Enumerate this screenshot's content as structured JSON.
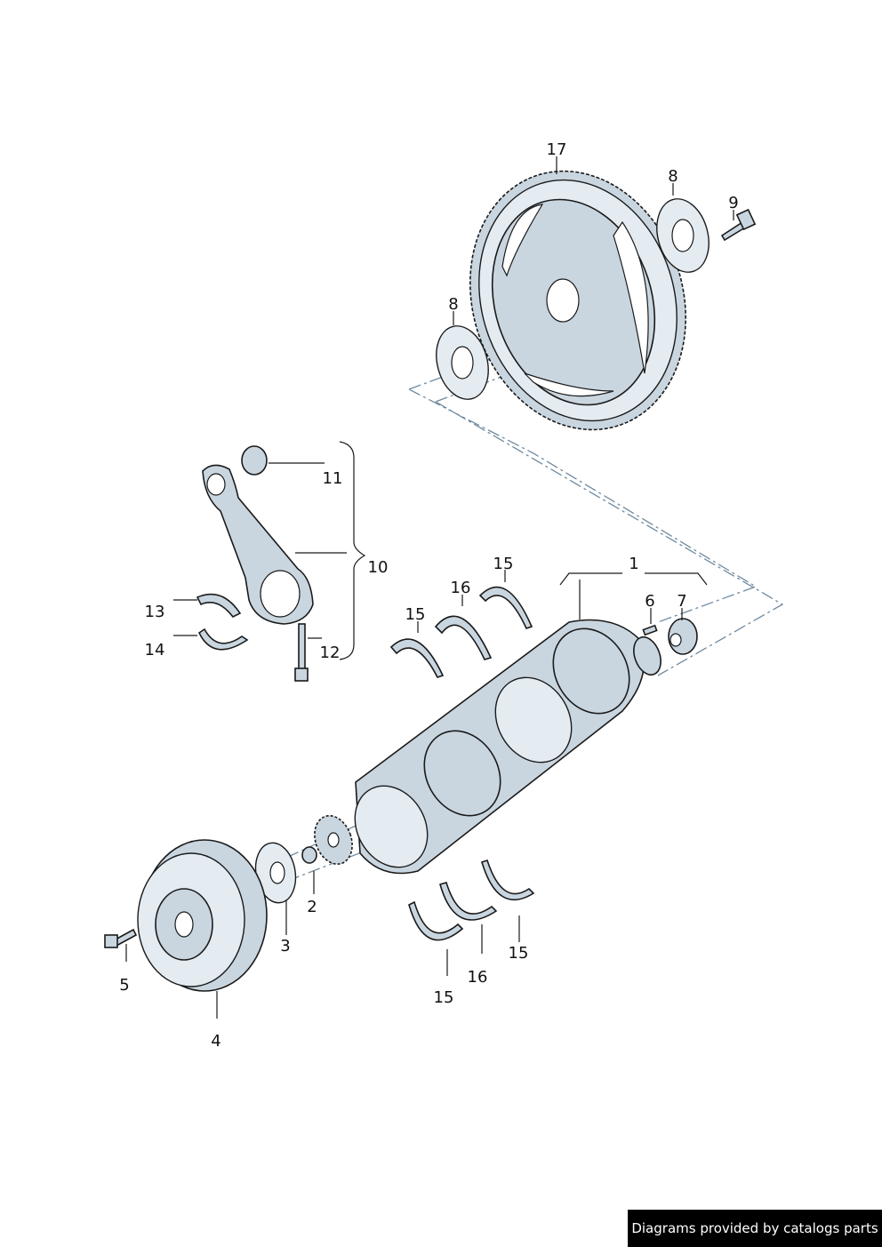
{
  "diagram": {
    "callouts": {
      "c1": "1",
      "c2": "2",
      "c3": "3",
      "c4": "4",
      "c5": "5",
      "c6": "6",
      "c7": "7",
      "c8a": "8",
      "c8b": "8",
      "c9": "9",
      "c10": "10",
      "c11": "11",
      "c12": "12",
      "c13": "13",
      "c14": "14",
      "c15a": "15",
      "c15b": "15",
      "c15c": "15",
      "c15d": "15",
      "c16a": "16",
      "c16b": "16",
      "c17": "17"
    },
    "colors": {
      "part_fill": "#c9d6e0",
      "axis_line": "#6f8aa0"
    }
  },
  "footer": {
    "credit": "Diagrams provided by catalogs parts"
  }
}
